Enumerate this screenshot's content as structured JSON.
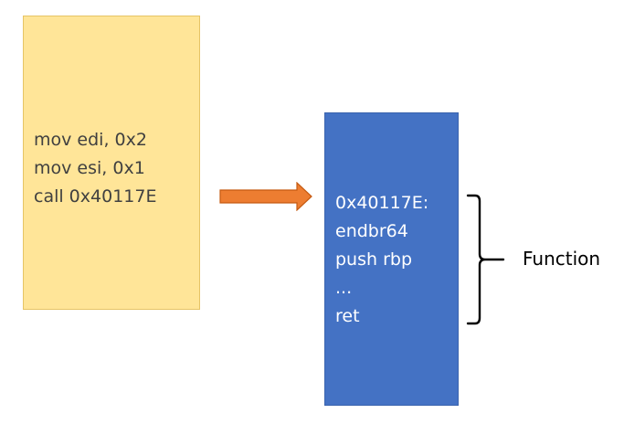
{
  "caller": {
    "lines": [
      "mov edi, 0x2",
      "mov esi, 0x1",
      "call 0x40117E"
    ],
    "color": "#ffe598"
  },
  "callee": {
    "lines": [
      "0x40117E:",
      "endbr64",
      "push rbp",
      "...",
      "ret"
    ],
    "color": "#4472c4"
  },
  "arrow": {
    "color": "#ed7d31"
  },
  "brace": {
    "label": "Function"
  }
}
